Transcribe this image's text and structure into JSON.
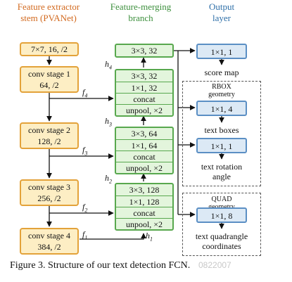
{
  "headers": {
    "stem": [
      "Feature extractor",
      "stem (PVANet)"
    ],
    "merge": [
      "Feature-merging",
      "branch"
    ],
    "output": [
      "Output",
      "layer"
    ]
  },
  "stem_boxes": [
    {
      "lines": [
        "7×7, 16, /2"
      ]
    },
    {
      "lines": [
        "conv stage 1",
        "64, /2"
      ]
    },
    {
      "lines": [
        "conv stage 2",
        "128, /2"
      ]
    },
    {
      "lines": [
        "conv stage 3",
        "256, /2"
      ]
    },
    {
      "lines": [
        "conv stage 4",
        "384, /2"
      ]
    }
  ],
  "merge_top": "3×3, 32",
  "merge_groups": [
    {
      "cells": [
        "3×3, 32",
        "1×1, 32",
        "concat",
        "unpool, ×2"
      ]
    },
    {
      "cells": [
        "3×3, 64",
        "1×1, 64",
        "concat",
        "unpool, ×2"
      ]
    },
    {
      "cells": [
        "3×3, 128",
        "1×1, 128",
        "concat",
        "unpool, ×2"
      ]
    }
  ],
  "f_labels": [
    "f",
    "f",
    "f",
    "f"
  ],
  "f_subs": [
    "4",
    "3",
    "2",
    "1"
  ],
  "h_labels": [
    "h",
    "h",
    "h",
    "h"
  ],
  "h_subs": [
    "4",
    "3",
    "2",
    "1"
  ],
  "output_boxes": [
    "1×1, 1",
    "1×1, 4",
    "1×1, 1",
    "1×1, 8"
  ],
  "output_labels": {
    "score": "score map",
    "rbox_title": [
      "RBOX",
      "geometry"
    ],
    "text_boxes": "text boxes",
    "rotation": [
      "text rotation",
      "angle"
    ],
    "quad_title": [
      "QUAD",
      "geometry"
    ],
    "quad": [
      "text quadrangle",
      "coordinates"
    ]
  },
  "caption": "Figure 3. Structure of our text detection FCN.",
  "watermark": "0822007"
}
